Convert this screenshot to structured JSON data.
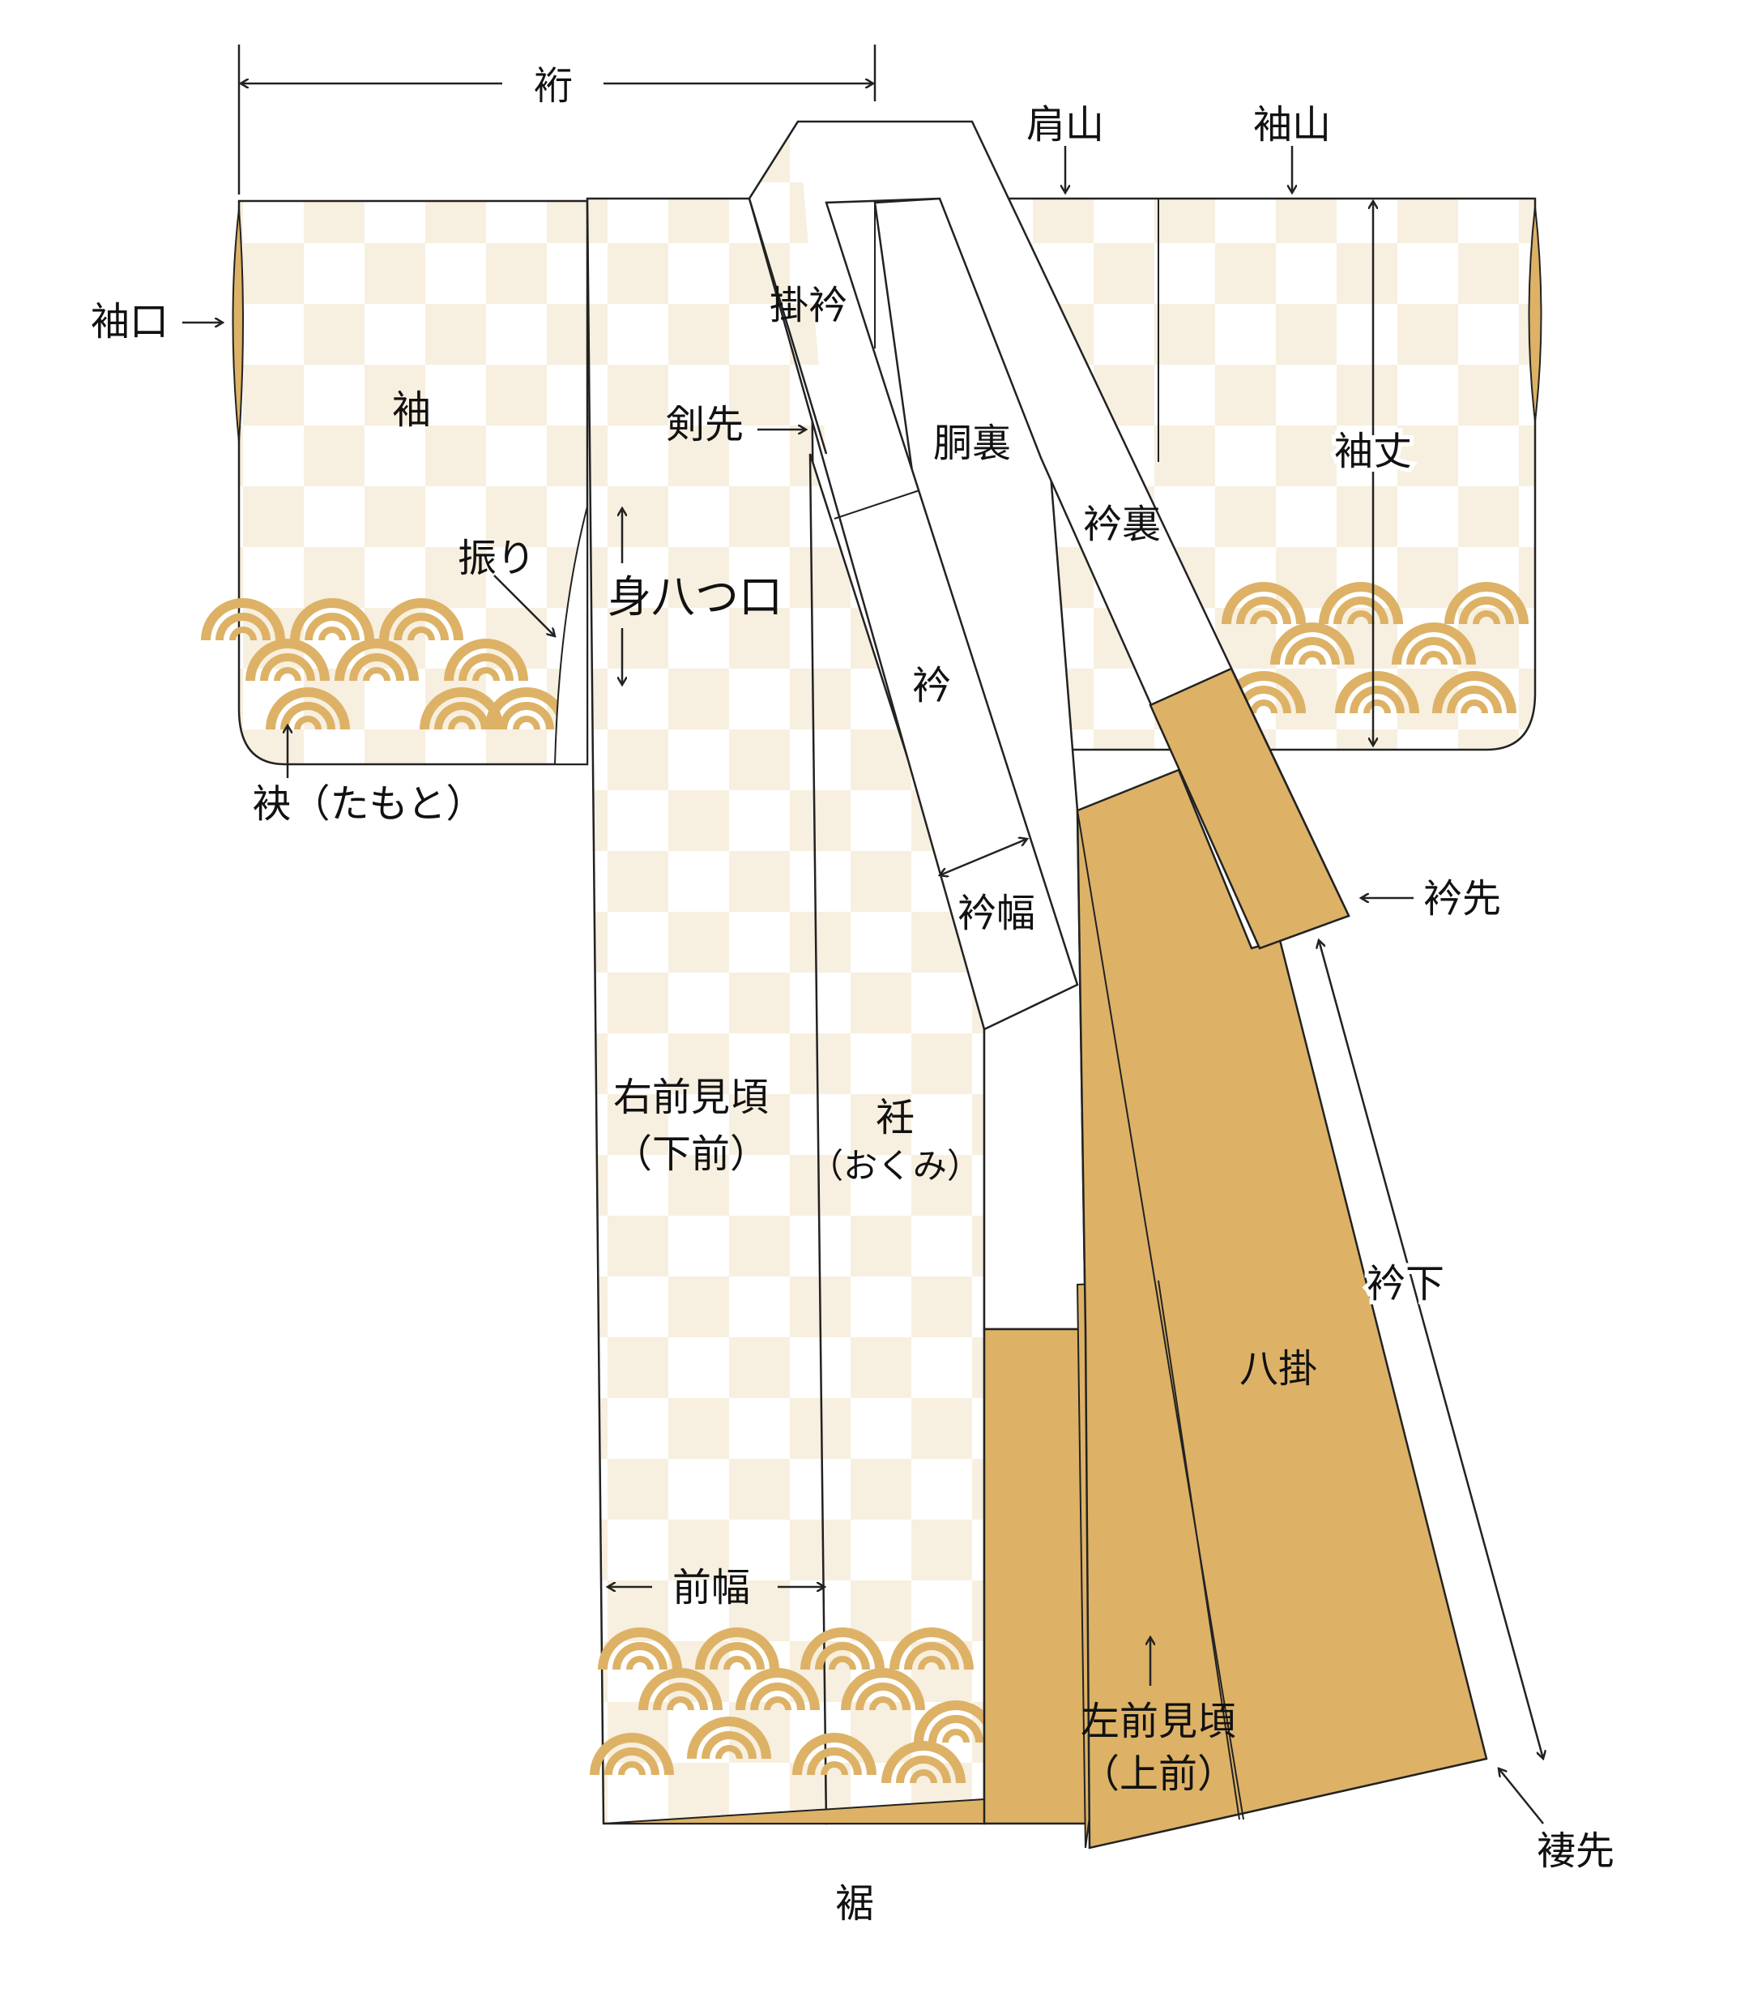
{
  "labels": {
    "yuki": "裄",
    "katayama": "肩山",
    "sodeyama": "袖山",
    "sodeguchi": "袖口",
    "sode": "袖",
    "kakeeri": "掛衿",
    "kensaki": "剣先",
    "douura": "胴裏",
    "eriura": "衿裏",
    "sodetake": "袖丈",
    "furi": "振り",
    "miyatsukuchi": "身八つ口",
    "tamoto": "袂（たもと）",
    "eri": "衿",
    "eriharba": "衿幅",
    "erisaki": "衿先",
    "migimaemigoro": "右前見頃",
    "shitamae": "（下前）",
    "okumi": "衽",
    "okumi_reading": "（おくみ）",
    "erishita": "衿下",
    "hakkake": "八掛",
    "maehaba": "前幅",
    "hidarimaemigoro": "左前見頃",
    "uwamae": "（上前）",
    "tsumasaki": "褄先",
    "suso": "裾"
  },
  "colors": {
    "gold": "#DDB266",
    "cream": "#F7EFDF",
    "wave": "#D9A94C",
    "line": "#222222"
  }
}
